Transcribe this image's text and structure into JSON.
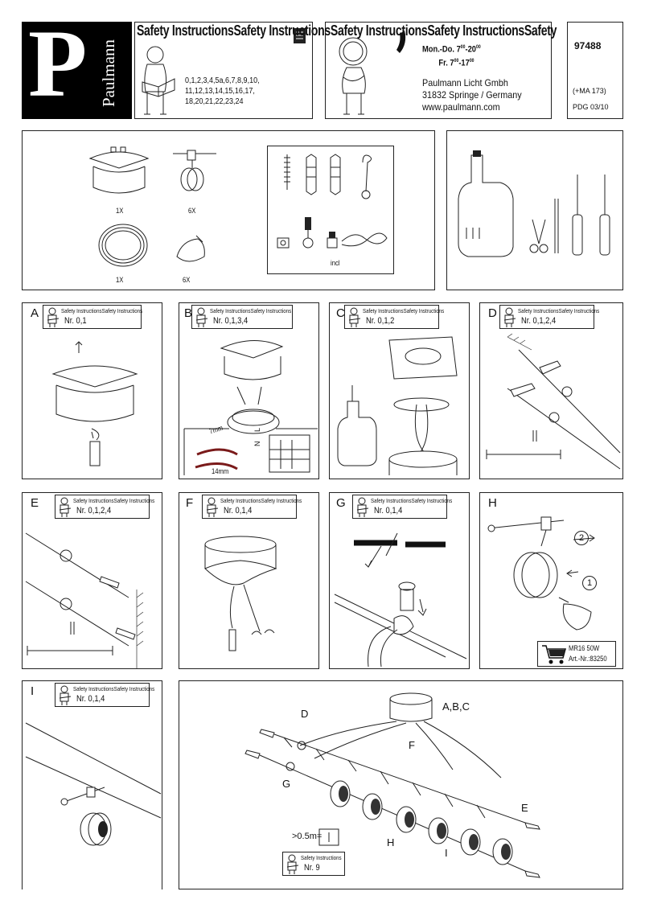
{
  "brand": {
    "letter": "P",
    "name": "Paulmann"
  },
  "header": {
    "headline": "Safety InstructionsSafety InstructionsSafety InstructionsSafety InstructionsSafety",
    "safety_numbers": "0,1,2,3,4,5a,6,7,8,9,10,\n11,12,13,14,15,16,17,\n18,20,21,22,23,24",
    "hours_line1": "Mon.-Do. 7",
    "hours_line1_sup1": "00",
    "hours_line1_mid": "-20",
    "hours_line1_sup2": "00",
    "hours_line2": "Fr. 7",
    "hours_line2_sup1": "00",
    "hours_line2_mid": "-17",
    "hours_line2_sup2": "00",
    "company": "Paulmann Licht Gmbh",
    "address": "31832 Springe / Germany",
    "website": "www.paulmann.com",
    "article_no": "97488",
    "ma_code": "(+MA 173)",
    "pdg_code": "PDG 03/10"
  },
  "parts": {
    "qty_canopy": "1X",
    "qty_heads": "6X",
    "qty_cable": "1X",
    "qty_lamps": "6X",
    "incl_label": "incl"
  },
  "steps": [
    {
      "letter": "A",
      "tag_title": "Safety InstructionsSafety Instructions",
      "tag_numbers": "Nr. 0,1"
    },
    {
      "letter": "B",
      "tag_title": "Safety InstructionsSafety Instructions",
      "tag_numbers": "Nr. 0,1,3,4"
    },
    {
      "letter": "C",
      "tag_title": "Safety InstructionsSafety Instructions",
      "tag_numbers": "Nr. 0,1,2"
    },
    {
      "letter": "D",
      "tag_title": "Safety InstructionsSafety Instructions",
      "tag_numbers": "Nr. 0,1,2,4"
    },
    {
      "letter": "E",
      "tag_title": "Safety InstructionsSafety Instructions",
      "tag_numbers": "Nr. 0,1,2,4"
    },
    {
      "letter": "F",
      "tag_title": "Safety InstructionsSafety Instructions",
      "tag_numbers": "Nr. 0,1,4"
    },
    {
      "letter": "G",
      "tag_title": "Safety InstructionsSafety Instructions",
      "tag_numbers": "Nr. 0,1,4"
    },
    {
      "letter": "H"
    },
    {
      "letter": "I",
      "tag_title": "Safety InstructionsSafety Instructions",
      "tag_numbers": "Nr. 0,1,4"
    }
  ],
  "step_b": {
    "strip_7mm": "7mm",
    "strip_14mm": "14mm",
    "wire_l": "L",
    "wire_n": "N"
  },
  "step_h": {
    "num1": "1",
    "num2": "2",
    "lamp_type": "MR16 50W",
    "art_no": "Art.-Nr.:83250"
  },
  "overview": {
    "label_abc": "A,B,C",
    "label_d": "D",
    "label_f": "F",
    "label_g": "G",
    "label_e": "E",
    "label_h": "H",
    "label_i": "I",
    "distance": ">0.5m=",
    "tag_title": "Safety Instructions",
    "tag_numbers": "Nr. 9"
  }
}
